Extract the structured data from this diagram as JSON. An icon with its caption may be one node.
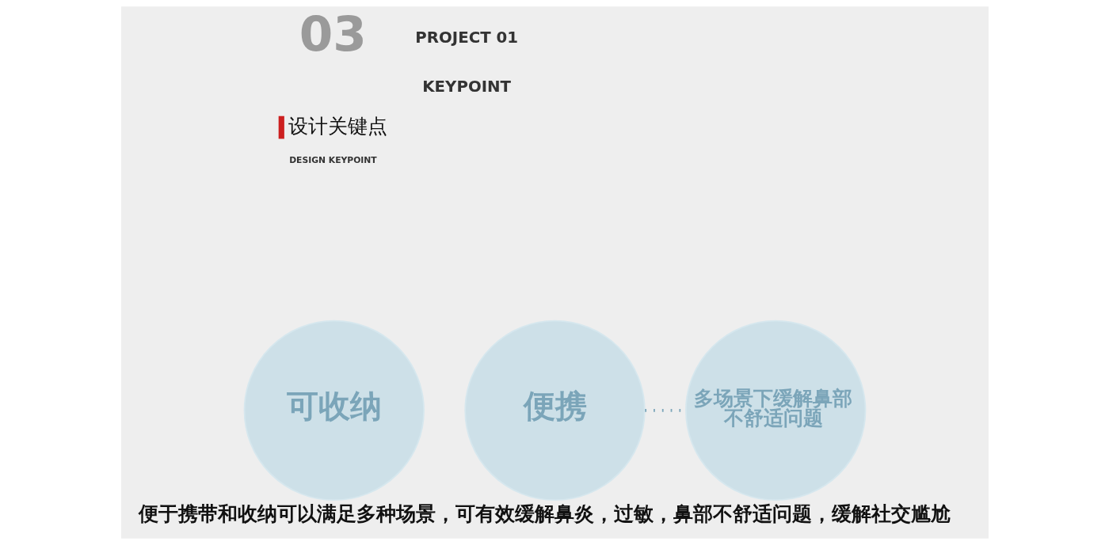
{
  "diagram": {
    "caption": "便于携带和收纳可以满足多种场景，可有效缓解鼻炎，过敏，鼻部不舒适问题，缓解社交尴尬",
    "nodes": [
      {
        "text": [
          "可收纳"
        ]
      },
      {
        "text": [
          "便携"
        ]
      },
      {
        "text": [
          "多场景下缓解鼻部不舒适问题"
        ]
      }
    ],
    "edges": [
      {
        "from": 1,
        "to": 2,
        "arrow": "none",
        "style": "dashed"
      }
    ],
    "labels": [
      "03",
      "PROJECT 01",
      "KEYPOINT",
      "设计关键点",
      "DESIGN KEYPOINT"
    ]
  }
}
